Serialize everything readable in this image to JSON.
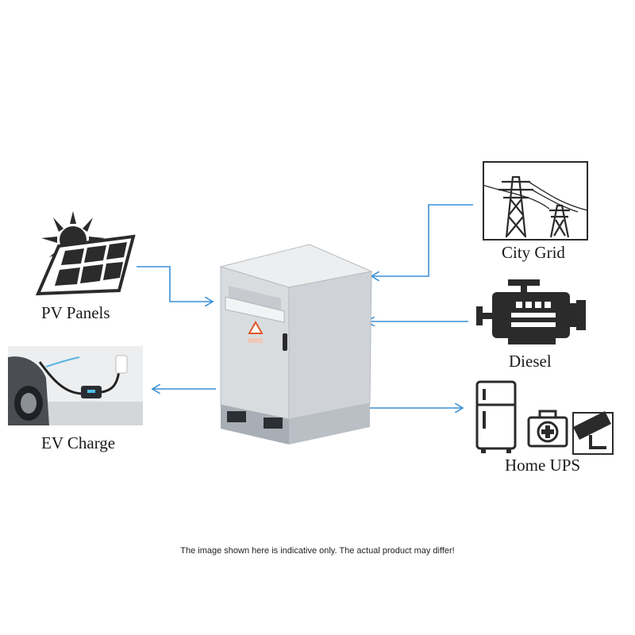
{
  "nodes": {
    "pv_panels": {
      "label": "PV Panels",
      "icon": "solar-panel-icon"
    },
    "ev_charge": {
      "label": "EV Charge",
      "icon": "ev-charger-photo"
    },
    "city_grid": {
      "label": "City Grid",
      "icon": "power-tower-icon"
    },
    "diesel": {
      "label": "Diesel",
      "icon": "engine-icon"
    },
    "home_ups": {
      "label": "Home UPS",
      "icon": "appliances-icon"
    }
  },
  "center": {
    "name": "energy-storage-cabinet"
  },
  "disclaimer": "The image shown here is indicative only. The actual product may differ!",
  "colors": {
    "arrow": "#3a8fd6",
    "cabinet": "#d9dcdf",
    "icon": "#2b2b2b"
  }
}
